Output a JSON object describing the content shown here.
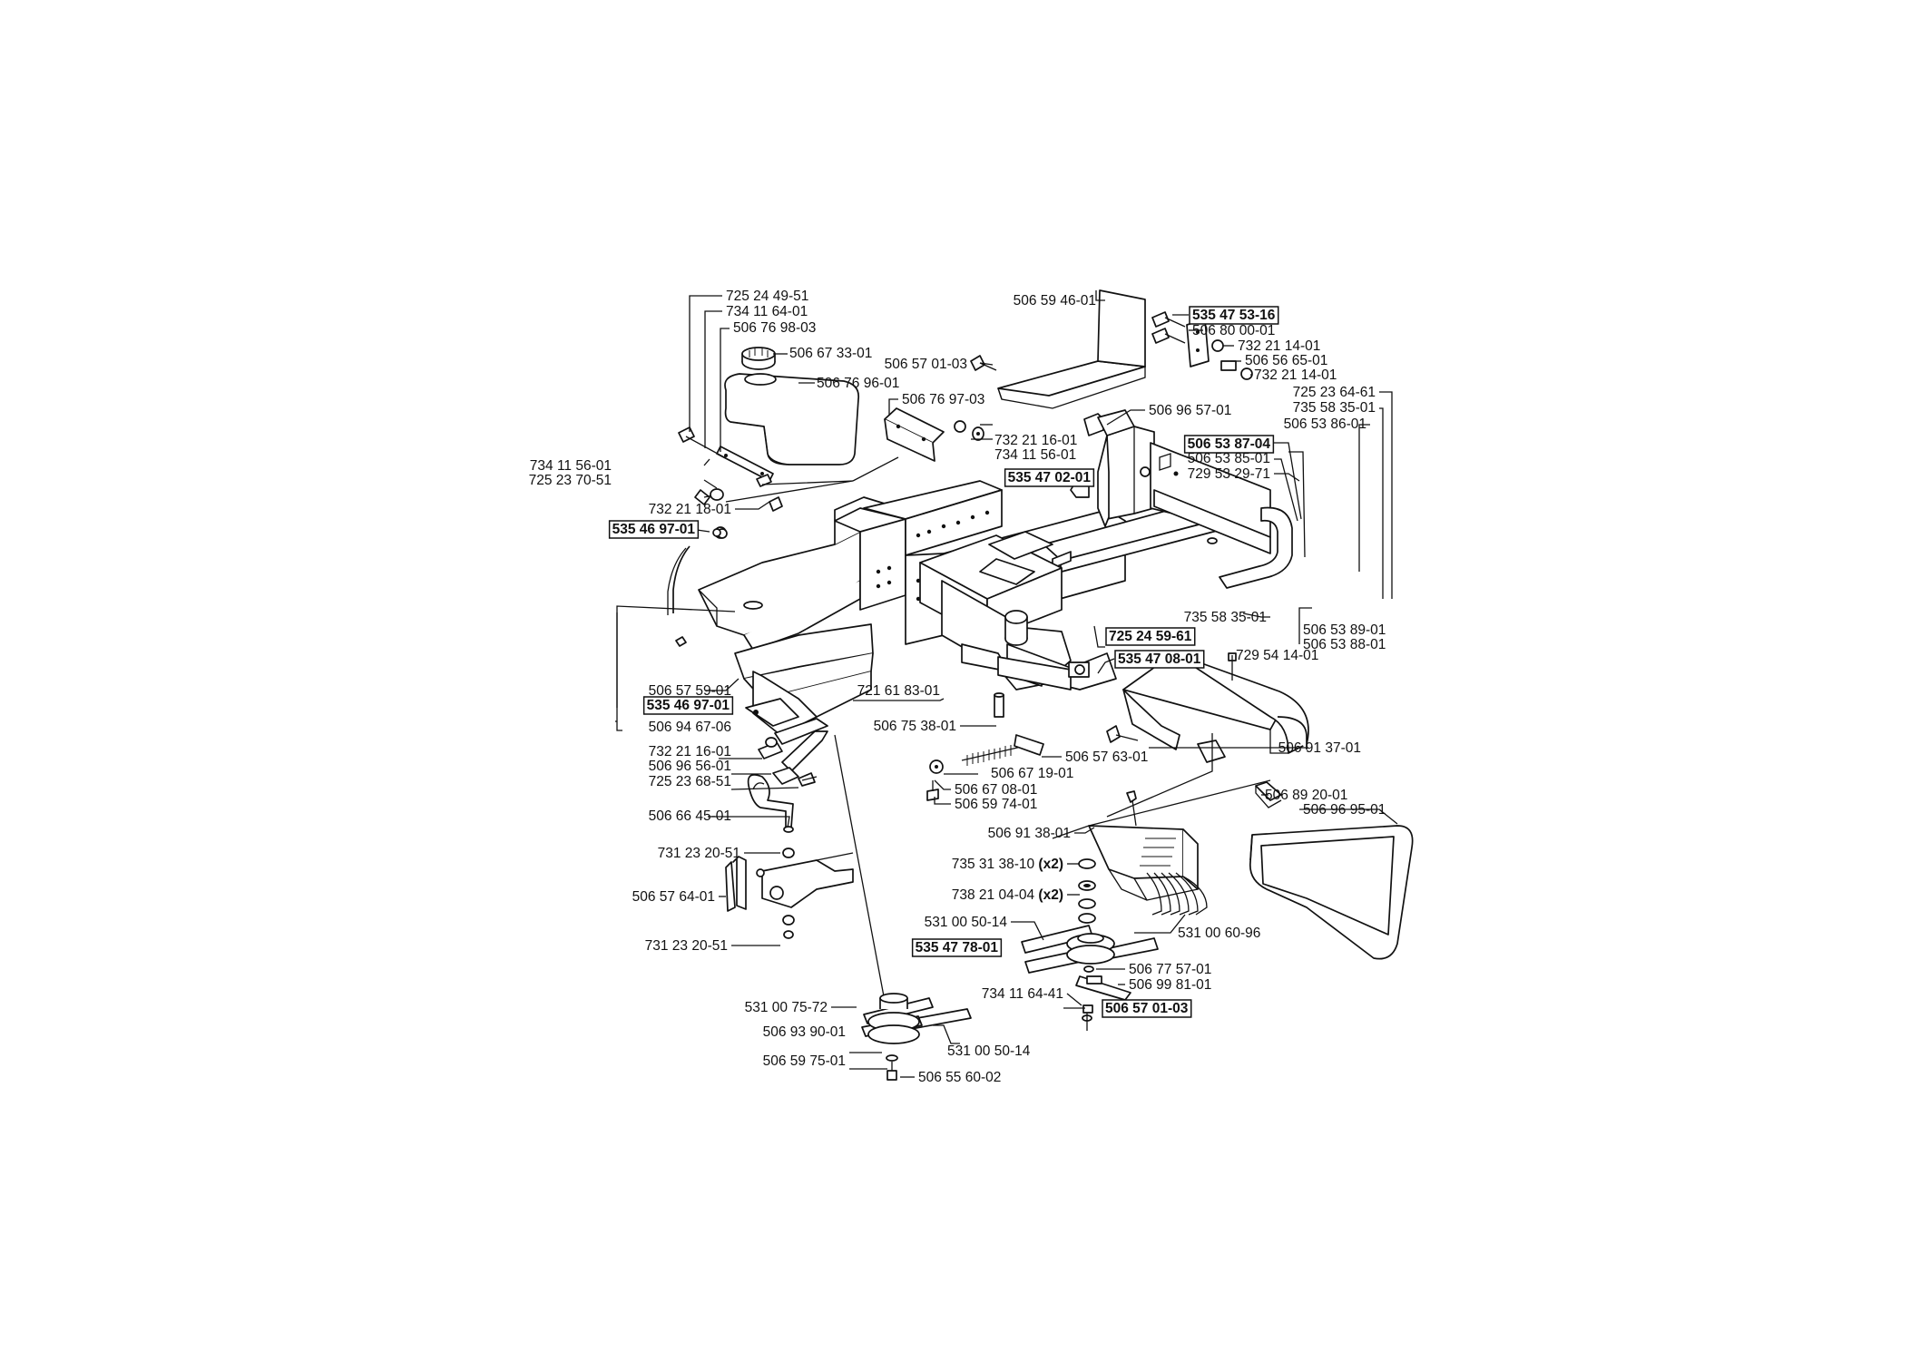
{
  "diagram": {
    "callouts": [
      {
        "id": "c01",
        "label": "725 24 49-51",
        "boxed": false
      },
      {
        "id": "c02",
        "label": "734 11 64-01",
        "boxed": false
      },
      {
        "id": "c03",
        "label": "506 76 98-03",
        "boxed": false
      },
      {
        "id": "c04",
        "label": "506 67 33-01",
        "boxed": false
      },
      {
        "id": "c05",
        "label": "506 76 96-01",
        "boxed": false
      },
      {
        "id": "c06",
        "label": "506 76 97-03",
        "boxed": false
      },
      {
        "id": "c07",
        "label": "732 21 16-01",
        "boxed": false
      },
      {
        "id": "c08",
        "label": "734 11 56-01",
        "boxed": false
      },
      {
        "id": "c09",
        "label": "734 11 56-01",
        "boxed": false
      },
      {
        "id": "c10",
        "label": "725 23 70-51",
        "boxed": false
      },
      {
        "id": "c11",
        "label": "732 21 18-01",
        "boxed": false
      },
      {
        "id": "c12",
        "label": "535 46 97-01",
        "boxed": true
      },
      {
        "id": "c13",
        "label": "506 59 46-01",
        "boxed": false
      },
      {
        "id": "c14",
        "label": "506 57 01-03",
        "boxed": false
      },
      {
        "id": "c15",
        "label": "535 47 53-16",
        "boxed": true
      },
      {
        "id": "c16",
        "label": "506 80 00-01",
        "boxed": false
      },
      {
        "id": "c17",
        "label": "732 21 14-01",
        "boxed": false
      },
      {
        "id": "c18",
        "label": "506 56 65-01",
        "boxed": false
      },
      {
        "id": "c19",
        "label": "732 21 14-01",
        "boxed": false
      },
      {
        "id": "c20",
        "label": "725 23 64-61",
        "boxed": false
      },
      {
        "id": "c21",
        "label": "735 58 35-01",
        "boxed": false
      },
      {
        "id": "c22",
        "label": "506 53 86-01",
        "boxed": false
      },
      {
        "id": "c23",
        "label": "506 53 87-04",
        "boxed": true
      },
      {
        "id": "c24",
        "label": "506 53 85-01",
        "boxed": false
      },
      {
        "id": "c25",
        "label": "729 53 29-71",
        "boxed": false
      },
      {
        "id": "c26",
        "label": "506 96 57-01",
        "boxed": false
      },
      {
        "id": "c27",
        "label": "535 47 02-01",
        "boxed": true
      },
      {
        "id": "c28",
        "label": "735 58 35-01",
        "boxed": false
      },
      {
        "id": "c29",
        "label": "506 53 89-01",
        "boxed": false
      },
      {
        "id": "c30",
        "label": "506 53 88-01",
        "boxed": false
      },
      {
        "id": "c31",
        "label": "725 24 59-61",
        "boxed": true
      },
      {
        "id": "c32",
        "label": "535 47 08-01",
        "boxed": true
      },
      {
        "id": "c33",
        "label": "729 54 14-01",
        "boxed": false
      },
      {
        "id": "c34",
        "label": "506 57 59-01",
        "boxed": false
      },
      {
        "id": "c35",
        "label": "535 46 97-01",
        "boxed": true
      },
      {
        "id": "c36",
        "label": "506 94 67-06",
        "boxed": false
      },
      {
        "id": "c37",
        "label": "721 61 83-01",
        "boxed": false
      },
      {
        "id": "c38",
        "label": "506 75 38-01",
        "boxed": false
      },
      {
        "id": "c39",
        "label": "506 57 63-01",
        "boxed": false
      },
      {
        "id": "c40",
        "label": "506 91 37-01",
        "boxed": false
      },
      {
        "id": "c41",
        "label": "732 21 16-01",
        "boxed": false
      },
      {
        "id": "c42",
        "label": "506 96 56-01",
        "boxed": false
      },
      {
        "id": "c43",
        "label": "725 23 68-51",
        "boxed": false
      },
      {
        "id": "c44",
        "label": "506 67 19-01",
        "boxed": false
      },
      {
        "id": "c45",
        "label": "506 67 08-01",
        "boxed": false
      },
      {
        "id": "c46",
        "label": "506 59 74-01",
        "boxed": false
      },
      {
        "id": "c47",
        "label": "506 89 20-01",
        "boxed": false
      },
      {
        "id": "c48",
        "label": "506 96 95-01",
        "boxed": false
      },
      {
        "id": "c49",
        "label": "506 66 45-01",
        "boxed": false
      },
      {
        "id": "c50",
        "label": "506 91 38-01",
        "boxed": false
      },
      {
        "id": "c51",
        "label": "731 23 20-51",
        "boxed": false
      },
      {
        "id": "c52",
        "label": "735 31 38-10",
        "suffix": "(x2)",
        "boxed": false
      },
      {
        "id": "c53",
        "label": "506 57 64-01",
        "boxed": false
      },
      {
        "id": "c54",
        "label": "738 21 04-04",
        "suffix": "(x2)",
        "boxed": false
      },
      {
        "id": "c55",
        "label": "531 00 50-14",
        "boxed": false
      },
      {
        "id": "c56",
        "label": "731 23 20-51",
        "boxed": false
      },
      {
        "id": "c57",
        "label": "535 47 78-01",
        "boxed": true
      },
      {
        "id": "c58",
        "label": "531 00 60-96",
        "boxed": false
      },
      {
        "id": "c59",
        "label": "506 77 57-01",
        "boxed": false
      },
      {
        "id": "c60",
        "label": "506 99 81-01",
        "boxed": false
      },
      {
        "id": "c61",
        "label": "734 11 64-41",
        "boxed": false
      },
      {
        "id": "c62",
        "label": "506 57 01-03",
        "boxed": true
      },
      {
        "id": "c63",
        "label": "531 00 75-72",
        "boxed": false
      },
      {
        "id": "c64",
        "label": "506 93 90-01",
        "boxed": false
      },
      {
        "id": "c65",
        "label": "531 00 50-14",
        "boxed": false
      },
      {
        "id": "c66",
        "label": "506 59 75-01",
        "boxed": false
      },
      {
        "id": "c67",
        "label": "506 55 60-02",
        "boxed": false
      }
    ]
  }
}
